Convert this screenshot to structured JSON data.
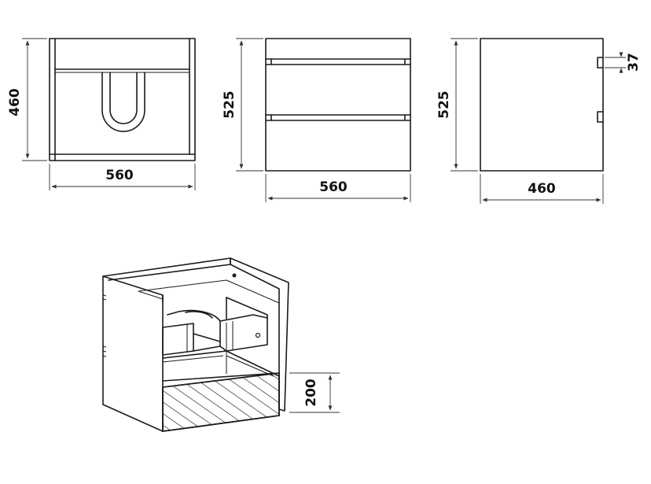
{
  "front_view": {
    "height": "460",
    "width": "560"
  },
  "side_view_drawer": {
    "height": "525",
    "width": "560"
  },
  "side_view_profile": {
    "height": "525",
    "depth": "460",
    "handle_gap": "37"
  },
  "iso_view": {
    "drawer_height": "200"
  }
}
